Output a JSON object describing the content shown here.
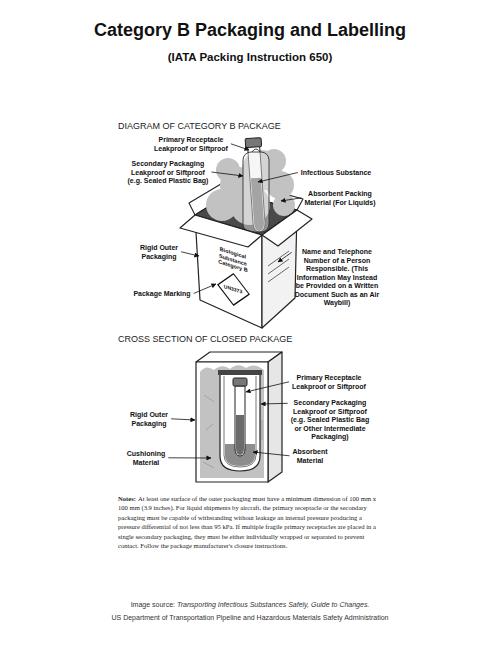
{
  "diagram": {
    "title": "Category B Packaging and Labelling",
    "nodes": [
      {
        "text": [
          "UN3373"
        ]
      }
    ],
    "labels": [
      "(IATA Packing Instruction 650)",
      "DIAGRAM OF CATEGORY B PACKAGE",
      "Primary Receptacle Leakproof or Siftproof",
      "Secondary Packaging Leakproof or Siftproof (e.g. Sealed Plastic Bag)",
      "Infectious Substance",
      "Absorbent Packing Material (For Liquids)",
      "Rigid Outer Packaging",
      "Biological Substance Category B",
      "Name and Telephone Number of a Person Responsible. (This Information May Instead be Provided on a Written Document Such as an Air Waybill)",
      "Package Marking",
      "CROSS SECTION OF CLOSED PACKAGE",
      "Primary Receptacle Leakproof or Siftproof",
      "Secondary Packaging Leakproof or Siftproof (e.g. Sealed Plastic Bag or Other Intermediate Packaging)",
      "Rigid Outer Packaging",
      "Cushioning Material",
      "Absorbent Material",
      "Notes:",
      "At least one surface of the outer packaging must have a minimum dimension of 100 mm x 100 mm (3.9 inches). For liquid shipments by aircraft, the primary receptacle or the secondary packaging must be capable of withstanding without leakage an internal pressure producing a pressure differential of not less than 95 kPa. If multiple fragile primary receptacles are placed in a single secondary packaging, they must be either individually wrapped or separated to prevent contact. Follow the package manufacturer's closure instructions.",
      "Image source:",
      "Transporting Infectious Substances Safely, Guide to Changes.",
      "US Department of Transportation Pipeline and Hazardous Materials Safety Administration"
    ]
  }
}
